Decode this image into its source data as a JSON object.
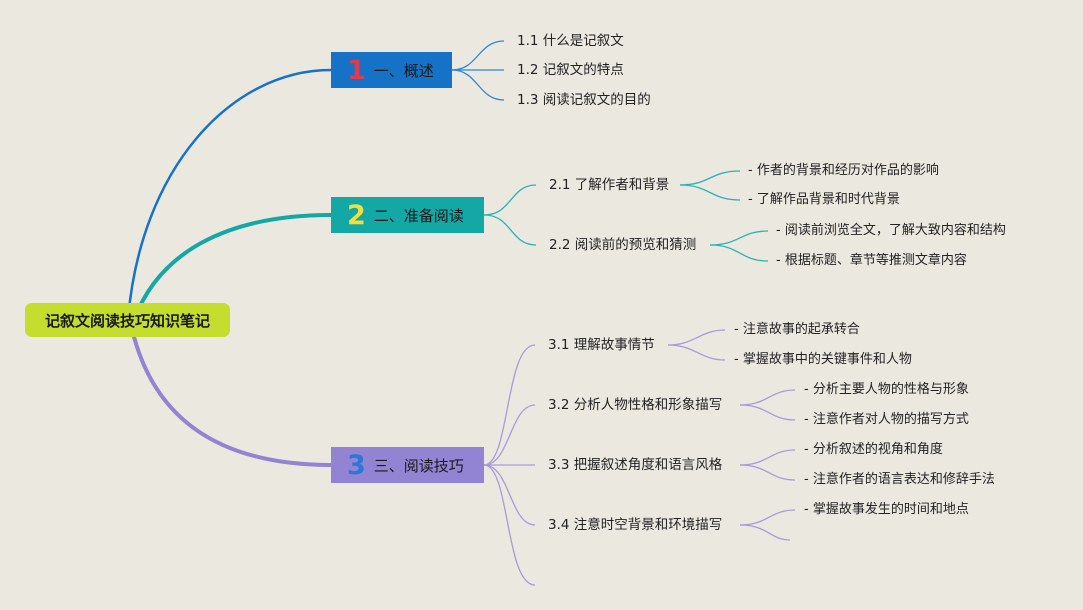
{
  "root": {
    "title": "记叙文阅读技巧知识笔记"
  },
  "branches": [
    {
      "number": "1",
      "label": "一、概述",
      "color": "#1572c6",
      "children": [
        {
          "label": "1.1 什么是记叙文",
          "children": []
        },
        {
          "label": "1.2 记叙文的特点",
          "children": []
        },
        {
          "label": "1.3 阅读记叙文的目的",
          "children": []
        }
      ]
    },
    {
      "number": "2",
      "label": "二、准备阅读",
      "color": "#13a7a6",
      "children": [
        {
          "label": "2.1 了解作者和背景",
          "children": [
            "- 作者的背景和经历对作品的影响",
            "- 了解作品背景和时代背景"
          ]
        },
        {
          "label": "2.2 阅读前的预览和猜测",
          "children": [
            "- 阅读前浏览全文，了解大致内容和结构",
            "- 根据标题、章节等推测文章内容"
          ]
        }
      ]
    },
    {
      "number": "3",
      "label": "三、阅读技巧",
      "color": "#9283d3",
      "children": [
        {
          "label": "3.1 理解故事情节",
          "children": [
            "- 注意故事的起承转合",
            "- 掌握故事中的关键事件和人物"
          ]
        },
        {
          "label": "3.2 分析人物性格和形象描写",
          "children": [
            "- 分析主要人物的性格与形象",
            "- 注意作者对人物的描写方式"
          ]
        },
        {
          "label": "3.3 把握叙述角度和语言风格",
          "children": [
            "- 分析叙述的视角和角度",
            "- 注意作者的语言表达和修辞手法"
          ]
        },
        {
          "label": "3.4 注意时空背景和环境描写",
          "children": [
            "- 掌握故事发生的时间和地点"
          ]
        }
      ]
    }
  ]
}
